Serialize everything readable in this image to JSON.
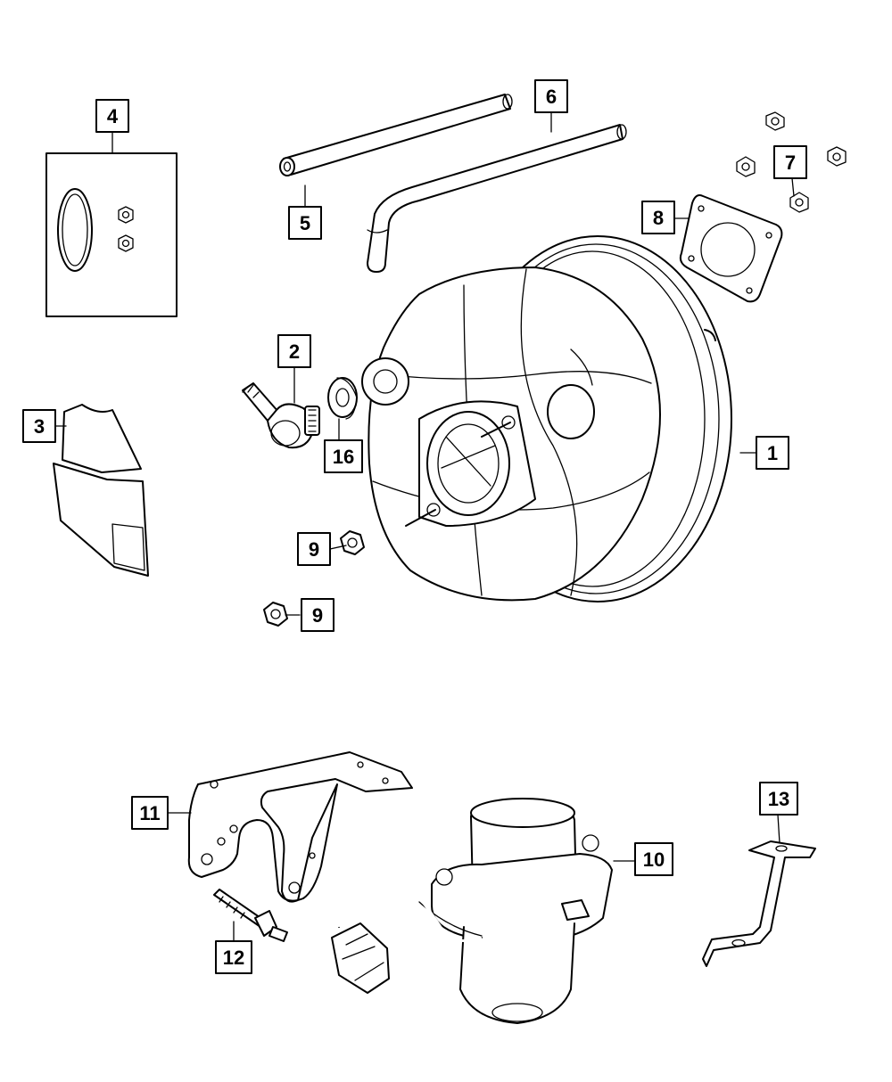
{
  "callouts": {
    "c1": "1",
    "c2": "2",
    "c3": "3",
    "c4": "4",
    "c5": "5",
    "c6": "6",
    "c7": "7",
    "c8": "8",
    "c9a": "9",
    "c9b": "9",
    "c10": "10",
    "c11": "11",
    "c12": "12",
    "c13": "13",
    "c16": "16"
  }
}
